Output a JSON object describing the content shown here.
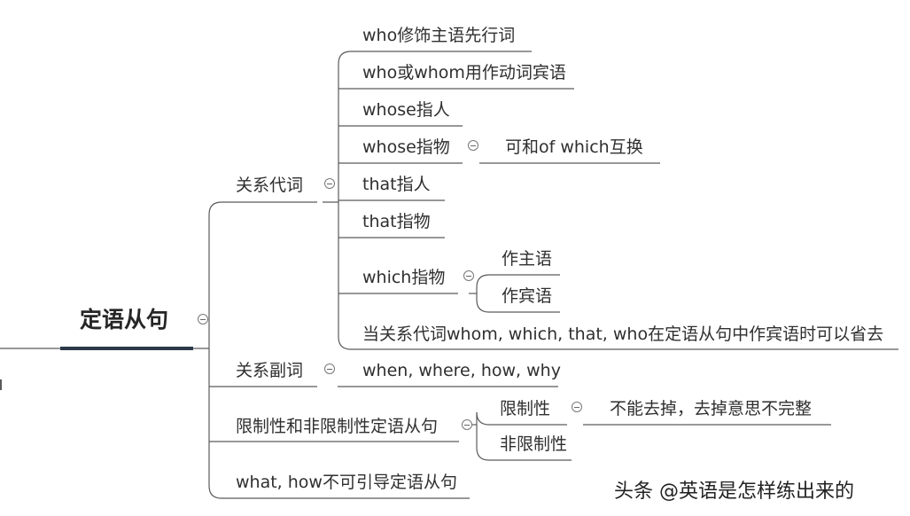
{
  "mindmap": {
    "root": {
      "label": "定语从句"
    },
    "branches": {
      "pronouns": {
        "label": "关系代词",
        "items": {
          "who_subject": "who修饰主语先行词",
          "who_whom_object": "who或whom用作动词宾语",
          "whose_person": "whose指人",
          "whose_thing": "whose指物",
          "whose_thing_note": "可和of which互换",
          "that_person": "that指人",
          "that_thing": "that指物",
          "which_thing": "which指物",
          "which_as_subject": "作主语",
          "which_as_object": "作宾语",
          "omit_rule": "当关系代词whom, which, that, who在定语从句中作宾语时可以省去"
        }
      },
      "adverbs": {
        "label": "关系副词",
        "items": {
          "list": "when, where, how, why"
        }
      },
      "restrictive": {
        "label": "限制性和非限制性定语从句",
        "items": {
          "restrictive": "限制性",
          "restrictive_note": "不能去掉，去掉意思不完整",
          "non_restrictive": "非限制性"
        }
      },
      "what_how": {
        "label": "what, how不可引导定语从句"
      }
    }
  },
  "watermark": {
    "text": "头条 @英语是怎样练出来的"
  },
  "colors": {
    "line": "#5a5a5a",
    "root_underline": "#2b3a4a",
    "text": "#2f2f2f"
  }
}
